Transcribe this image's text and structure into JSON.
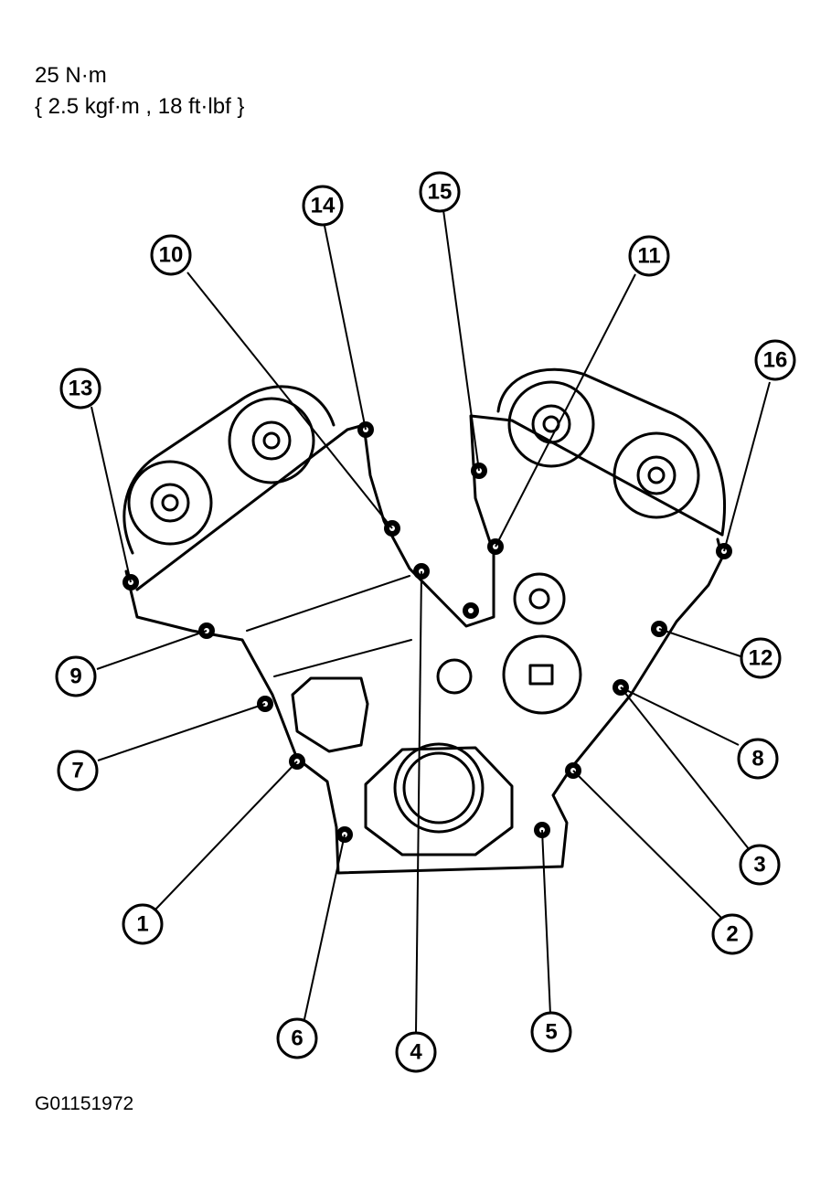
{
  "torque_spec": {
    "line1": "25 N·m",
    "line2": "{ 2.5 kgf·m , 18 ft·lbf }"
  },
  "figure_id": "G01151972",
  "callouts": [
    {
      "label": "1"
    },
    {
      "label": "2"
    },
    {
      "label": "3"
    },
    {
      "label": "4"
    },
    {
      "label": "5"
    },
    {
      "label": "6"
    },
    {
      "label": "7"
    },
    {
      "label": "8"
    },
    {
      "label": "9"
    },
    {
      "label": "10"
    },
    {
      "label": "11"
    },
    {
      "label": "12"
    },
    {
      "label": "13"
    },
    {
      "label": "14"
    },
    {
      "label": "15"
    },
    {
      "label": "16"
    }
  ]
}
